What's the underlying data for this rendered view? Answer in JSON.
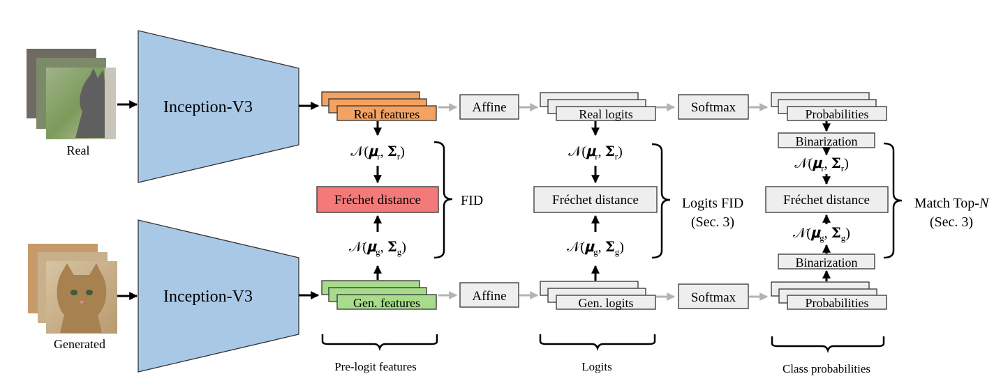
{
  "inputs": {
    "real_label": "Real",
    "generated_label": "Generated"
  },
  "network": {
    "top": "Inception-V3",
    "bottom": "Inception-V3"
  },
  "features": {
    "real": "Real features",
    "gen": "Gen. features",
    "group_label": "Pre-logit features"
  },
  "affine": {
    "top": "Affine",
    "bottom": "Affine"
  },
  "logits": {
    "real": "Real logits",
    "gen": "Gen. logits",
    "group_label": "Logits"
  },
  "softmax": {
    "top": "Softmax",
    "bottom": "Softmax"
  },
  "probabilities": {
    "top": "Probabilities",
    "bottom": "Probabilities",
    "group_label": "Class probabilities"
  },
  "binarization": {
    "top": "Binarization",
    "bottom": "Binarization"
  },
  "gaussians": {
    "calligraphic_n": "𝒩",
    "mu": "𝛍",
    "sigma": "𝚺",
    "real_subscript": "r",
    "gen_subscript": "g"
  },
  "frechet": {
    "fid": "Fréchet distance",
    "logits": "Fréchet distance",
    "topn": "Fréchet distance"
  },
  "metrics": {
    "fid": "FID",
    "logits_fid": "Logits FID",
    "logits_fid_ref": "(Sec. 3)",
    "match_top_n_prefix": "Match Top-",
    "match_top_n_n": "N",
    "match_top_n_ref": "(Sec. 3)"
  },
  "colors": {
    "inception_fill": "#a9c8e6",
    "real_feature_fill": "#f4a261",
    "gen_feature_fill": "#a6dc8a",
    "frechet_fid_fill": "#f47a7a",
    "box_fill": "#eeeeee",
    "gray_arrow": "#b3b3b3",
    "cat_gray": "#6b6b6b",
    "cat_tabby": "#a7814f",
    "grass": "#7c9a5a"
  }
}
